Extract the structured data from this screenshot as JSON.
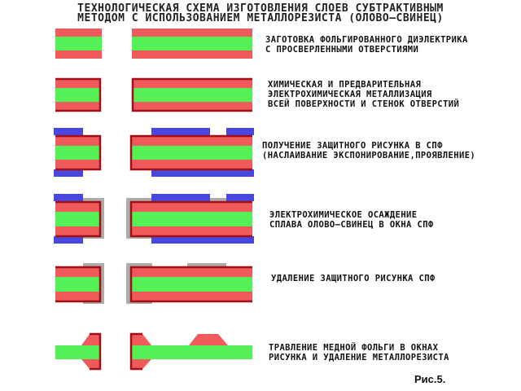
{
  "title": {
    "line1": "ТЕХНОЛОГИЧЕСКАЯ СХЕМА ИЗГОТОВЛЕНИЯ  СЛОЕВ  СУБТРАКТИВНЫМ",
    "line2": "МЕТОДОМ С ИСПОЛЬЗОВАНИЕМ МЕТАЛЛОРЕЗИСТА (ОЛОВО—СВИНЕЦ)"
  },
  "steps": [
    {
      "line1": "ЗАГОТОВКА ФОЛЬГИРОВАННОГО ДИЭЛЕКТРИКА",
      "line2": "С ПРОСВЕРЛЕННЫМИ ОТВЕРСТИЯМИ"
    },
    {
      "line1": "ХИМИЧЕСКАЯ И ПРЕДВАРИТЕЛЬНАЯ",
      "line2": "ЭЛЕКТРОХИМИЧЕСКАЯ МЕТАЛЛИЗАЦИЯ",
      "line3": "ВСЕЙ ПОВЕРХНОСТИ И СТЕНОК ОТВЕРСТИЙ"
    },
    {
      "line1": "ПОЛУЧЕНИЕ ЗАЩИТНОГО РИСУНКА В СПФ",
      "line2": "(НАСЛАИВАНИЕ ЭКСПОНИРОВАНИЕ,ПРОЯВЛЕНИЕ)"
    },
    {
      "line1": "ЭЛЕКТРОХИМИЧЕСКОЕ ОСАЖДЕНИЕ",
      "line2": "СПЛАВА ОЛОВО—СВИНЕЦ В ОКНА СПФ"
    },
    {
      "line1": "УДАЛЕНИЕ ЗАЩИТНОГО РИСУНКА СПФ"
    },
    {
      "line1": "ТРАВЛЕНИЕ МЕДНОЙ ФОЛЬГИ В ОКНАХ",
      "line2": "РИСУНКА И УДАЛЕНИЕ  МЕТАЛЛОРЕЗИСТА"
    }
  ],
  "caption": "Рис.5.",
  "colors": {
    "copper_foil": "#f05a5a",
    "dielectric": "#55f055",
    "metallization": "#a01018",
    "photoresist": "#4848e0",
    "tin_lead": "#b0aaa8"
  }
}
